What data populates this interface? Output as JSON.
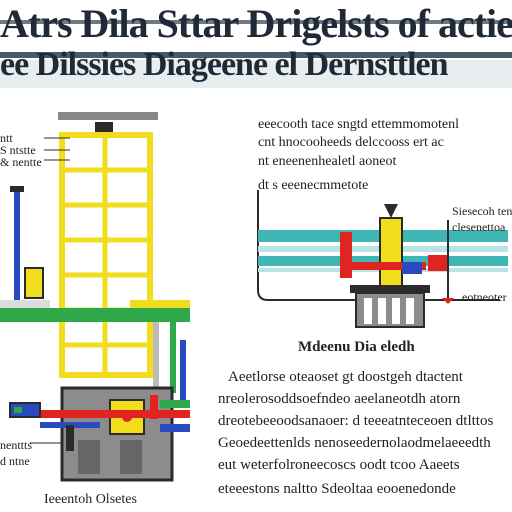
{
  "title": {
    "line1": "Atrs Dila Sttar Drigelsts of actien",
    "line2": "ee Dilssies Diageene el Dernsttlen"
  },
  "left_labels": {
    "top_a": "ntt",
    "top_b": "S ntstte",
    "top_c": "& nentte",
    "bottom_a": "nenttts",
    "bottom_b": "d ntne",
    "bottom_caption": "Ieeentoh Olsetes"
  },
  "right_top": {
    "paragraph": [
      "eeecooth tace sngtd ettemmomotenl",
      "cnt hnocooheeds delccooss ert ac",
      "nt eneenenhealetl aoneot",
      "dt s eeenecmmetote"
    ],
    "label_right_a": "Siesecoh tenlle",
    "label_right_b": "clesenettoa",
    "label_right_c": "eotneoter"
  },
  "figure_caption": "Mdeenu Dia eledh",
  "bottom_paragraph": [
    "Aeetlorse oteaoset gt doostgeh dtactent",
    "nreolerosoddsoefndeo aeelaneotdh atorn",
    "dreotebeeoodsanaoer: d teeeatnteceoen dtlttos",
    "Geoedeettenlds nenoseedernolaodmelaeeedth",
    "eut weterfolroneecoscs oodt tcoo Aaeets",
    "eteeestons naltto Sdeoltaa eooenedonde"
  ],
  "colors": {
    "frame_yellow": "#f2dc1e",
    "pipe_red": "#e02420",
    "pipe_blue": "#2a4ac0",
    "pipe_green": "#2fa84a",
    "teal": "#3fb6b4",
    "grey": "#888888",
    "dark": "#2b2b2b"
  }
}
